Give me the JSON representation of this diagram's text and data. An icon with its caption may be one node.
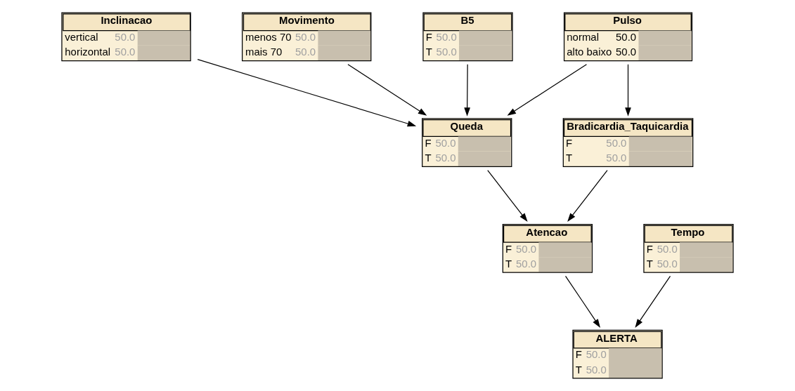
{
  "diagram": {
    "nodes": [
      {
        "text": [
          "Inclinacao",
          "vertical",
          "50.0",
          "horizontal",
          "50.0"
        ]
      },
      {
        "text": [
          "Movimento",
          "menos 70",
          "50.0",
          "mais 70",
          "50.0"
        ]
      },
      {
        "text": [
          "Pulso",
          "normal",
          "50.0",
          "alto baixo",
          "50.0"
        ]
      },
      {
        "text": [
          "B5",
          "F",
          "50.0",
          "T",
          "50.0"
        ]
      },
      {
        "text": [
          "Bradicardia_Taquicardia",
          "F",
          "50.0",
          "T",
          "50.0"
        ]
      },
      {
        "text": [
          "Queda",
          "F",
          "50.0",
          "T",
          "50.0"
        ]
      },
      {
        "text": [
          "Atencao",
          "F",
          "50.0",
          "T",
          "50.0"
        ]
      },
      {
        "text": [
          "Tempo",
          "F",
          "50.0",
          "T",
          "50.0"
        ]
      },
      {
        "text": [
          "ALERTA",
          "F",
          "50.0",
          "T",
          "50.0"
        ]
      }
    ],
    "edges": [
      {
        "from": 0,
        "to": 5,
        "arrow": "to"
      },
      {
        "from": 1,
        "to": 5,
        "arrow": "to"
      },
      {
        "from": 2,
        "to": 4,
        "arrow": "to"
      },
      {
        "from": 2,
        "to": 5,
        "arrow": "to"
      },
      {
        "from": 3,
        "to": 5,
        "arrow": "to"
      },
      {
        "from": 4,
        "to": 6,
        "arrow": "to"
      },
      {
        "from": 5,
        "to": 6,
        "arrow": "to"
      },
      {
        "from": 6,
        "to": 8,
        "arrow": "to"
      },
      {
        "from": 7,
        "to": 8,
        "arrow": "to"
      }
    ]
  }
}
